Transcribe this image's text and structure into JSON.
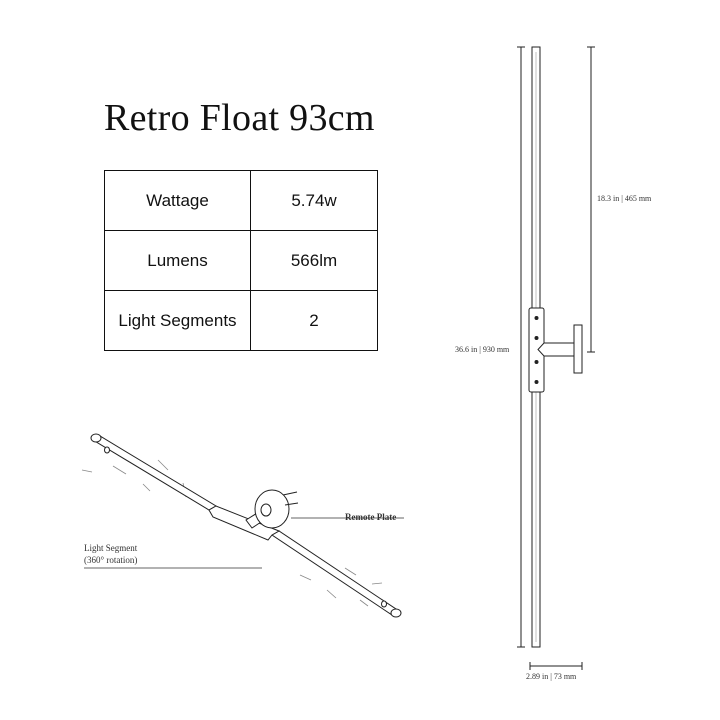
{
  "title": "Retro Float 93cm",
  "specs": [
    {
      "label": "Wattage",
      "value": "5.74w"
    },
    {
      "label": "Lumens",
      "value": "566lm"
    },
    {
      "label": "Light Segments",
      "value": "2"
    }
  ],
  "diagram": {
    "remote_plate": "Remote Plate",
    "light_segment": "Light Segment",
    "rotation": "(360° rotation)",
    "dim_upper": "18.3 in | 465 mm",
    "dim_total": "36.6 in | 930 mm",
    "dim_width": "2.89 in | 73 mm"
  }
}
